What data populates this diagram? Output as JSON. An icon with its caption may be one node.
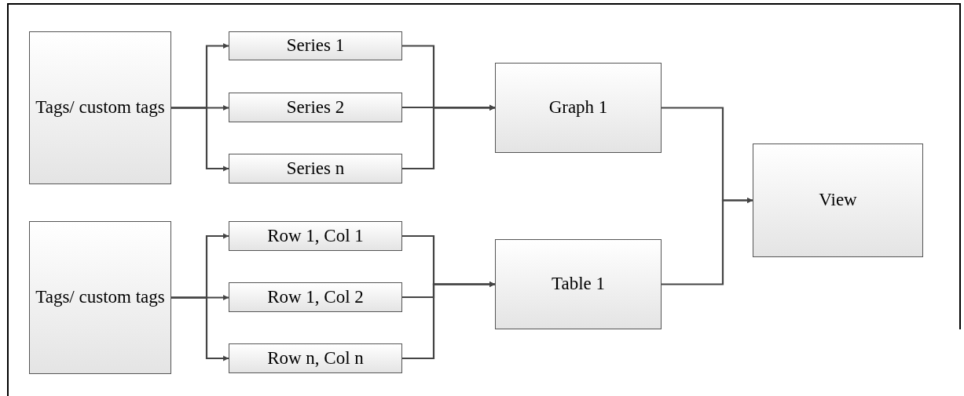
{
  "diagram": {
    "nodes": [
      {
        "text": [
          "Tags/ custom tags"
        ]
      },
      {
        "text": [
          "Series 1"
        ]
      },
      {
        "text": [
          "Series 2"
        ]
      },
      {
        "text": [
          "Series n"
        ]
      },
      {
        "text": [
          "Graph 1"
        ]
      },
      {
        "text": [
          "View"
        ]
      },
      {
        "text": [
          "Tags/ custom tags"
        ]
      },
      {
        "text": [
          "Row 1, Col 1"
        ]
      },
      {
        "text": [
          "Row 1, Col 2"
        ]
      },
      {
        "text": [
          "Row n, Col n"
        ]
      },
      {
        "text": [
          "Table 1"
        ]
      }
    ],
    "edges": [
      {
        "from": 0,
        "to": 1,
        "arrow": "to"
      },
      {
        "from": 0,
        "to": 2,
        "arrow": "to"
      },
      {
        "from": 0,
        "to": 3,
        "arrow": "to"
      },
      {
        "from": 1,
        "to": 4,
        "arrow": "to"
      },
      {
        "from": 2,
        "to": 4,
        "arrow": "to"
      },
      {
        "from": 3,
        "to": 4,
        "arrow": "to"
      },
      {
        "from": 4,
        "to": 5,
        "arrow": "to"
      },
      {
        "from": 10,
        "to": 5,
        "arrow": "to"
      },
      {
        "from": 6,
        "to": 7,
        "arrow": "to"
      },
      {
        "from": 6,
        "to": 8,
        "arrow": "to"
      },
      {
        "from": 6,
        "to": 9,
        "arrow": "to"
      },
      {
        "from": 7,
        "to": 10,
        "arrow": "to"
      },
      {
        "from": 8,
        "to": 10,
        "arrow": "to"
      },
      {
        "from": 9,
        "to": 10,
        "arrow": "to"
      }
    ]
  }
}
